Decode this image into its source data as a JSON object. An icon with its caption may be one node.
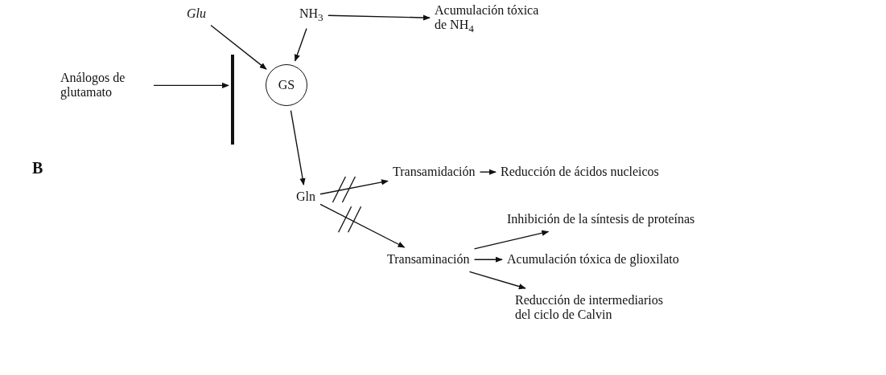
{
  "diagram": {
    "nodes": [
      {
        "text": [
          "Glu"
        ]
      },
      {
        "text": [
          "NH$_{3}$"
        ]
      },
      {
        "text": [
          "Acumulación tóxica de NH$_{4}$"
        ]
      },
      {
        "text": [
          "Análogos de glutamato"
        ]
      },
      {
        "text": [
          "GS"
        ]
      },
      {
        "text": [],
        "shape": "bar"
      },
      {
        "text": [
          "Gln"
        ]
      },
      {
        "text": [
          "Transamidación"
        ]
      },
      {
        "text": [
          "Reducción de ácidos nucleicos"
        ]
      },
      {
        "text": [
          "Transaminación"
        ]
      },
      {
        "text": [
          "Inhibición de la síntesis de proteínas"
        ]
      },
      {
        "text": [
          "Acumulación tóxica de glioxilato"
        ]
      },
      {
        "text": [
          "Reducción de intermediarios del ciclo de Calvin"
        ]
      }
    ],
    "edges": [
      {
        "from": 0,
        "to": 4,
        "arrow": "to"
      },
      {
        "from": 1,
        "to": 4,
        "arrow": "to"
      },
      {
        "from": 1,
        "to": 2,
        "arrow": "to"
      },
      {
        "from": 3,
        "to": 5,
        "arrow": "to"
      },
      {
        "from": 4,
        "to": 6,
        "arrow": "to"
      },
      {
        "from": 6,
        "to": 7,
        "arrow": "to"
      },
      {
        "from": 6,
        "to": 9,
        "arrow": "to"
      },
      {
        "from": 7,
        "to": 8,
        "arrow": "to"
      },
      {
        "from": 9,
        "to": 10,
        "arrow": "to"
      },
      {
        "from": 9,
        "to": 11,
        "arrow": "to"
      },
      {
        "from": 9,
        "to": 12,
        "arrow": "to"
      }
    ],
    "labels": [
      "B"
    ]
  }
}
